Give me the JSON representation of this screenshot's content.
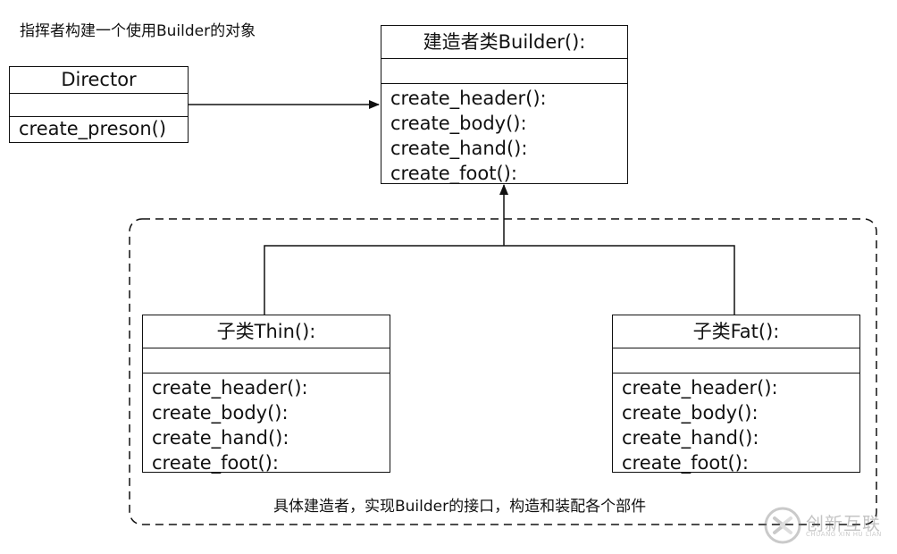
{
  "top_caption": "指挥者构建一个使用Builder的对象",
  "director": {
    "name": "Director",
    "operations": [
      "create_preson()"
    ]
  },
  "builder": {
    "name": "建造者类Builder():",
    "operations": [
      "create_header():",
      "create_body():",
      "create_hand():",
      "create_foot():"
    ]
  },
  "thin": {
    "name": "子类Thin():",
    "operations": [
      "create_header():",
      "create_body():",
      "create_hand():",
      "create_foot():"
    ]
  },
  "fat": {
    "name": "子类Fat():",
    "operations": [
      "create_header():",
      "create_body():",
      "create_hand():",
      "create_foot():"
    ]
  },
  "concrete_caption": "具体建造者，实现Builder的接口，构造和装配各个部件",
  "watermark": {
    "text": "创新互联",
    "subtext": "CHUANG XIN HU LIAN"
  }
}
